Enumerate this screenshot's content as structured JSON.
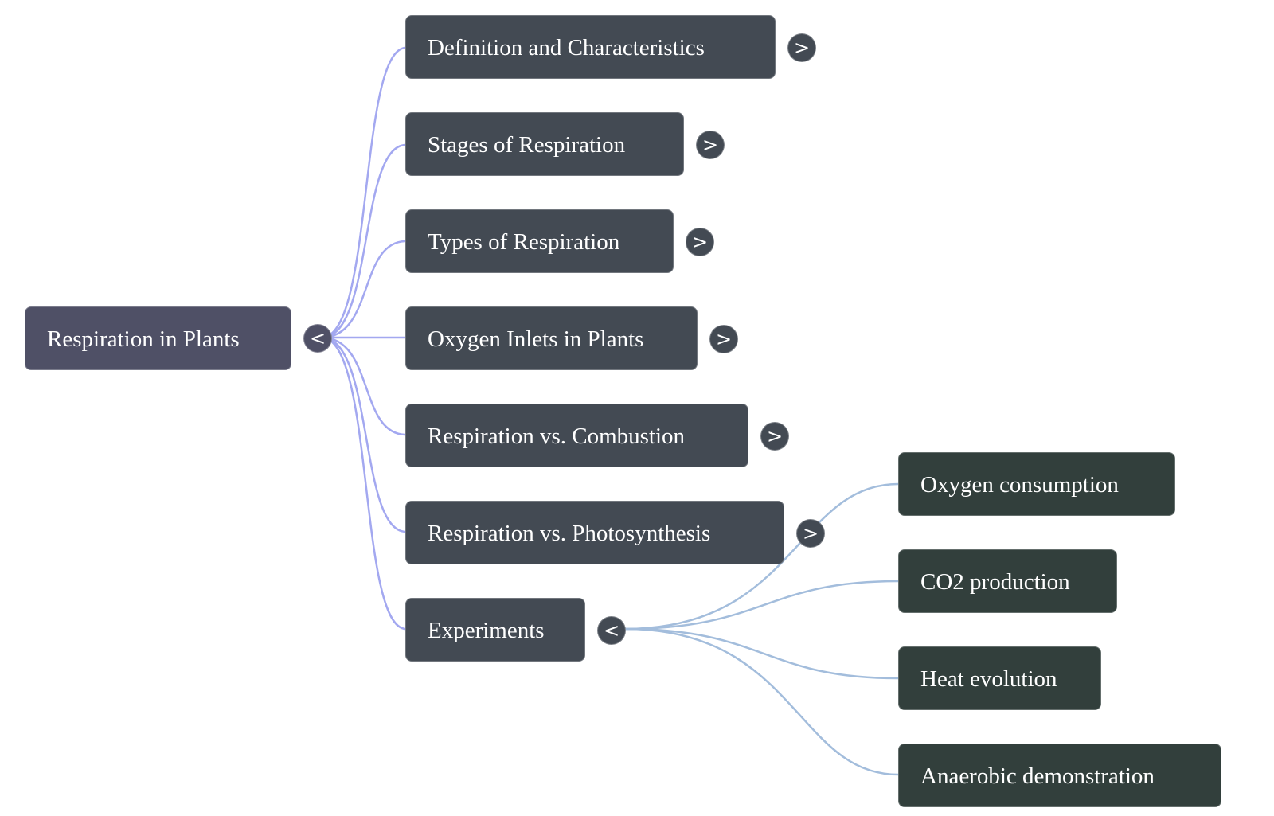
{
  "mindmap": {
    "root": {
      "label": "Respiration in Plants",
      "toggle": "<"
    },
    "children": [
      {
        "label": "Definition and Characteristics",
        "toggle": ">"
      },
      {
        "label": "Stages of Respiration",
        "toggle": ">"
      },
      {
        "label": "Types of Respiration",
        "toggle": ">"
      },
      {
        "label": "Oxygen Inlets in Plants",
        "toggle": ">"
      },
      {
        "label": "Respiration vs. Combustion",
        "toggle": ">"
      },
      {
        "label": "Respiration vs. Photosynthesis",
        "toggle": ">"
      },
      {
        "label": "Experiments",
        "toggle": "<",
        "children": [
          {
            "label": "Oxygen consumption"
          },
          {
            "label": "CO2 production"
          },
          {
            "label": "Heat evolution"
          },
          {
            "label": "Anaerobic demonstration"
          }
        ]
      }
    ],
    "colors": {
      "root_fill": "#4f5066",
      "branch_fill": "#434a53",
      "leaf_fill": "#323f3c",
      "root_edge": "#a3a8f0",
      "branch_edge": "#a3bddc"
    }
  }
}
